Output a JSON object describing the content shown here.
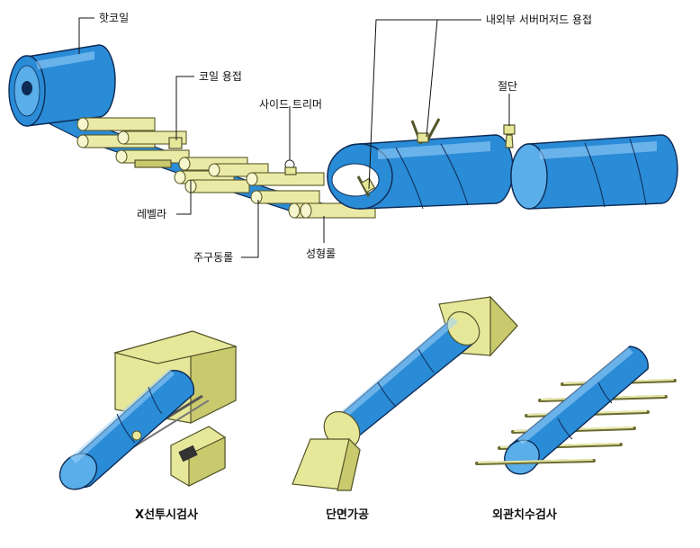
{
  "labels": {
    "hot_coil": "핫코일",
    "coil_welding": "코일 용접",
    "side_trimmer": "사이드 트리머",
    "inner_outer_welding": "내외부 서버머저드 용접",
    "cutting": "절단",
    "leveler": "레벨라",
    "guide_roll": "주구동롤",
    "forming_roll": "성형롤"
  },
  "captions": {
    "xray": "X선투시검사",
    "end_face": "단면가공",
    "visual_dim": "외관치수검사"
  },
  "colors": {
    "pipe_blue": "#2a8bd6",
    "roller_yellow": "#eaeaa6",
    "outline": "#0d2b55"
  }
}
